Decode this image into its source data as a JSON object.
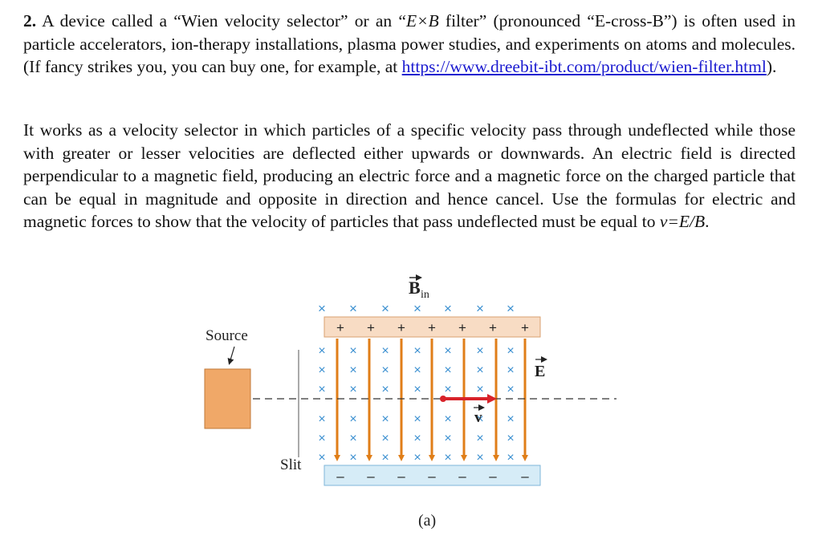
{
  "problem": {
    "number": "2.",
    "p1_before_exb": " A device called a “Wien velocity selector” or an “",
    "exb": "E×B",
    "p1_after_exb": " filter” (pronounced “E-cross-B”) is often used in particle accelerators, ion-therapy installations, plasma power studies, and experiments on atoms and molecules.  (If fancy strikes you, you can buy one, for example, at ",
    "link": "https://www.dreebit-ibt.com/product/wien-filter.html",
    "p1_end": ").",
    "p2_text": "It works as a velocity selector in which particles of a specific velocity pass through undeflected while those with greater or lesser velocities are deflected either upwards or downwards. An electric field is directed perpendicular to a magnetic field, producing an electric force and a magnetic force on the charged particle that can be equal in magnitude and opposite in direction and hence cancel.  Use the formulas for electric and magnetic forces to show that the velocity of particles that pass undeflected must be equal to ",
    "formula": "v=E/B",
    "p2_end": "."
  },
  "figure": {
    "b_label": "B",
    "b_subscript": "in",
    "source_label": "Source",
    "slit_label": "Slit",
    "e_label": "E",
    "v_label": "v",
    "plus_sign": "+",
    "minus_sign": "–",
    "cross_mark": "×",
    "caption": "(a)",
    "colors": {
      "plate_top": "#f8dcc4",
      "plate_bottom": "#d6ecf7",
      "field_arrow": "#e07e18",
      "velocity_arrow": "#d8232a",
      "cross": "#3a8fd0",
      "source_fill": "#f0a868"
    }
  }
}
